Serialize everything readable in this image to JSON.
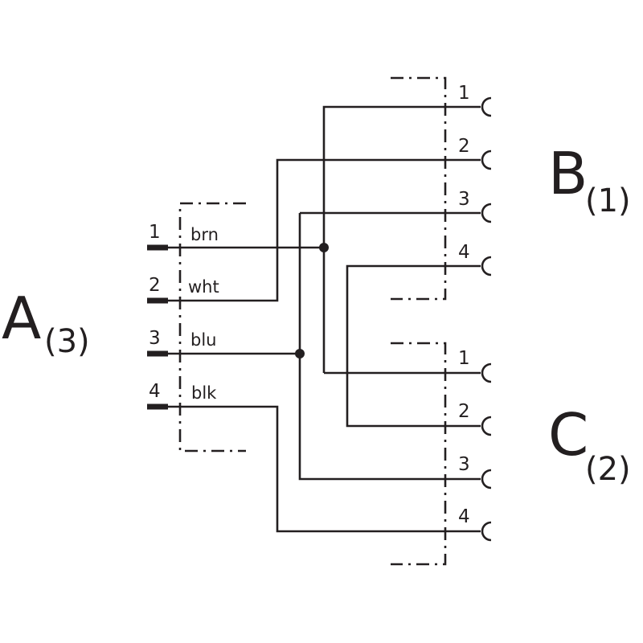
{
  "connectors": {
    "a": {
      "letter": "A",
      "index": "(3)",
      "pins": [
        {
          "num": "1",
          "wire": "brn"
        },
        {
          "num": "2",
          "wire": "wht"
        },
        {
          "num": "3",
          "wire": "blu"
        },
        {
          "num": "4",
          "wire": "blk"
        }
      ]
    },
    "b": {
      "letter": "B",
      "index": "(1)",
      "pins": [
        {
          "num": "1"
        },
        {
          "num": "2"
        },
        {
          "num": "3"
        },
        {
          "num": "4"
        }
      ]
    },
    "c": {
      "letter": "C",
      "index": "(2)",
      "pins": [
        {
          "num": "1"
        },
        {
          "num": "2"
        },
        {
          "num": "3"
        },
        {
          "num": "4"
        }
      ]
    }
  },
  "line_color": "#231f20"
}
